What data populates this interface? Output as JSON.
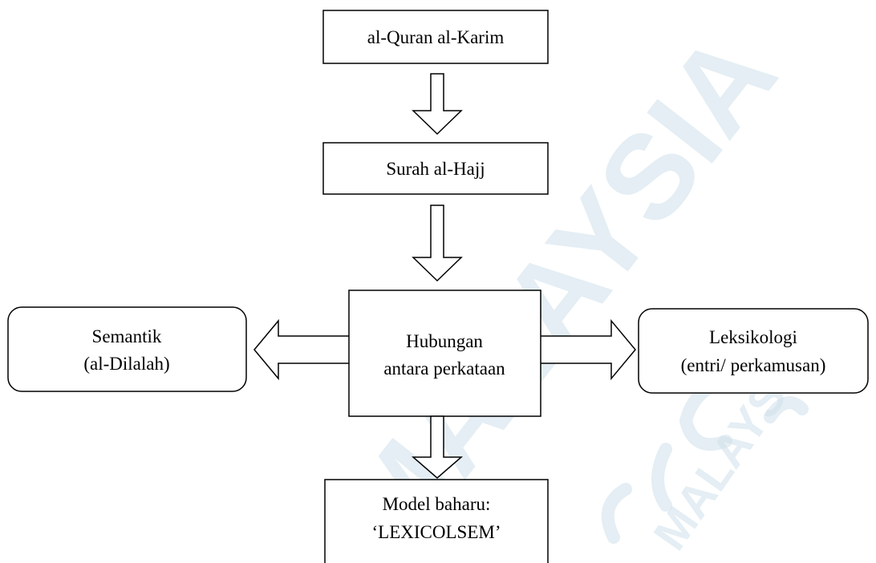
{
  "nodes": {
    "top": "al-Quran al-Karim",
    "surah": "Surah al-Hajj",
    "center_line1": "Hubungan",
    "center_line2": "antara perkataan",
    "left_line1": "Semantik",
    "left_line2": "(al-Dilalah)",
    "right_line1": "Leksikologi",
    "right_line2": "(entri/ perkamusan)",
    "bottom_line1": "Model baharu:",
    "bottom_line2": "‘LEXICOLSEM’"
  },
  "watermark": {
    "text_large": "MALAYSIA",
    "text_small": "MALAYSIA",
    "color": "#c9dce8"
  },
  "colors": {
    "stroke": "#000000",
    "fill": "#ffffff"
  }
}
